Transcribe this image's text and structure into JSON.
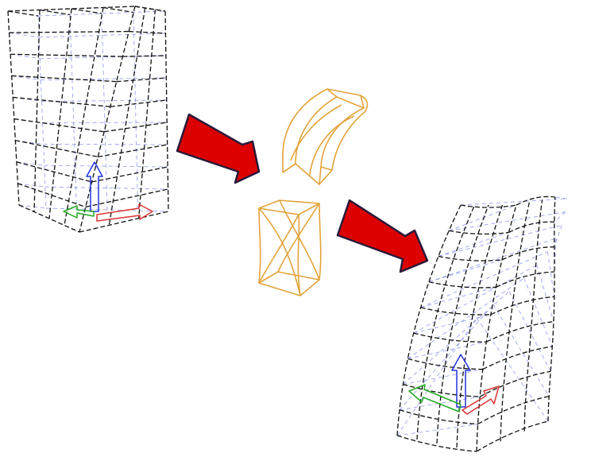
{
  "diagram": {
    "nodes": [
      {
        "id": "source-mesh",
        "kind": "wireframe-box"
      },
      {
        "id": "bend-deformer",
        "kind": "deformer"
      },
      {
        "id": "twist-deformer",
        "kind": "deformer"
      },
      {
        "id": "result-mesh",
        "kind": "deformed-wireframe"
      }
    ],
    "edges": [
      {
        "from": "source-mesh",
        "to": "deformers"
      },
      {
        "from": "deformers",
        "to": "result-mesh"
      }
    ]
  },
  "colors": {
    "background": "#ffffff",
    "mesh_front": "#111111",
    "mesh_back": "#9aa2ee",
    "deformer": "#e3a33a",
    "arrow_fill": "#dd0000",
    "arrow_stroke": "#2a1a3a",
    "axis_x": "#dd3333",
    "axis_y": "#22aa22",
    "axis_z": "#2233dd"
  },
  "icons": {
    "flow_arrow": "red-arrow-icon",
    "gizmo": "xyz-axis-gizmo-icon"
  }
}
